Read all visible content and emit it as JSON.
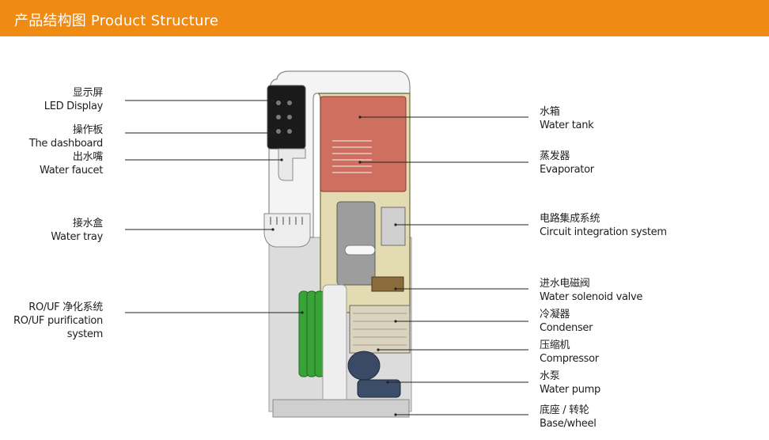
{
  "header": {
    "title": "产品结构图 Product Structure",
    "background": "#ef8a12"
  },
  "labels_left": [
    {
      "cn": "显示屏",
      "en": "LED Display"
    },
    {
      "cn": "操作板",
      "en": "The dashboard"
    },
    {
      "cn": "出水嘴",
      "en": "Water faucet"
    },
    {
      "cn": "接水盒",
      "en": "Water tray"
    },
    {
      "cn": "RO/UF 净化系统",
      "en": "RO/UF purification",
      "en2": "system"
    }
  ],
  "labels_right": [
    {
      "cn": "水箱",
      "en": "Water tank"
    },
    {
      "cn": "蒸发器",
      "en": "Evaporator"
    },
    {
      "cn": "电路集成系统",
      "en": "Circuit integration system"
    },
    {
      "cn": "进水电磁阀",
      "en": "Water solenoid valve"
    },
    {
      "cn": "冷凝器",
      "en": "Condenser"
    },
    {
      "cn": "压缩机",
      "en": "Compressor"
    },
    {
      "cn": "水泵",
      "en": "Water pump"
    },
    {
      "cn": "底座 / 转轮",
      "en": "Base/wheel"
    }
  ],
  "colors": {
    "tank": "#c9574e",
    "casing_tint": "#b9a83a",
    "filters": "#3aa338"
  }
}
